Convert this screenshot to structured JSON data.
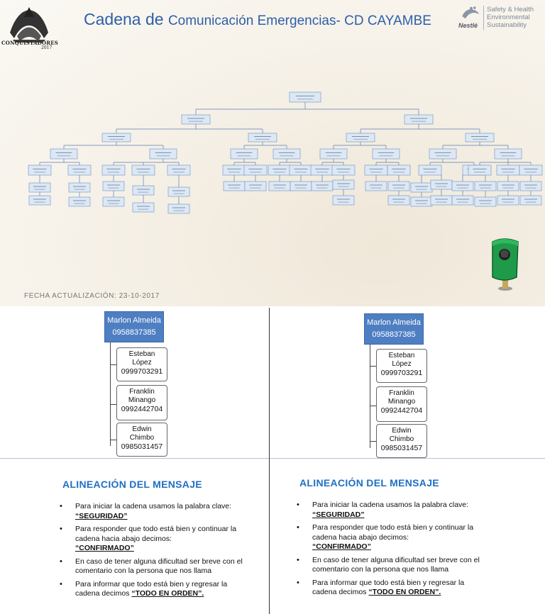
{
  "header": {
    "title_part1": "Cadena de ",
    "title_part2": "Comunicación Emergencias- CD CAYAMBE",
    "left_logo_text": "CONQUISTADORES",
    "left_logo_year": "2017",
    "nestle_tagline": [
      "Safety & Health",
      "Environmental",
      "Sustainability"
    ],
    "nestle_word": "Nestlé"
  },
  "fecha": "FECHA ACTUALIZACIÓN: 23-10-2017",
  "panels": [
    {
      "root_name": "Marlon Almeida",
      "root_phone": "0958837385",
      "children": [
        {
          "name": "Esteban López",
          "phone": "0999703291"
        },
        {
          "name": "Franklin Minango",
          "phone": "0992442704"
        },
        {
          "name": "Edwin Chimbo",
          "phone": "0985031457"
        }
      ]
    },
    {
      "root_name": "Marlon Almeida",
      "root_phone": "0958837385",
      "children": [
        {
          "name": "Esteban López",
          "phone": "0999703291"
        },
        {
          "name": "Franklin Minango",
          "phone": "0992442704"
        },
        {
          "name": "Edwin Chimbo",
          "phone": "0985031457"
        }
      ]
    }
  ],
  "alineacion": {
    "title": "ALINEACIÓN DEL MENSAJE",
    "items": [
      {
        "text": "Para iniciar la cadena usamos la palabra clave:",
        "keyword": "“SEGURIDAD”"
      },
      {
        "text": "Para responder que todo está bien y continuar la cadena hacia abajo decimos:",
        "keyword": "“CONFIRMADO”"
      },
      {
        "text": "En caso de tener alguna dificultad ser breve con el comentario con la persona que nos llama",
        "keyword": ""
      },
      {
        "text": "Para informar que todo está bien y regresar la cadena decimos ",
        "keyword": "“TODO EN ORDEN”."
      }
    ]
  },
  "colors": {
    "title_blue": "#2e5fa8",
    "root_box": "#4f7fc3",
    "heading_blue": "#1f6fc4"
  }
}
